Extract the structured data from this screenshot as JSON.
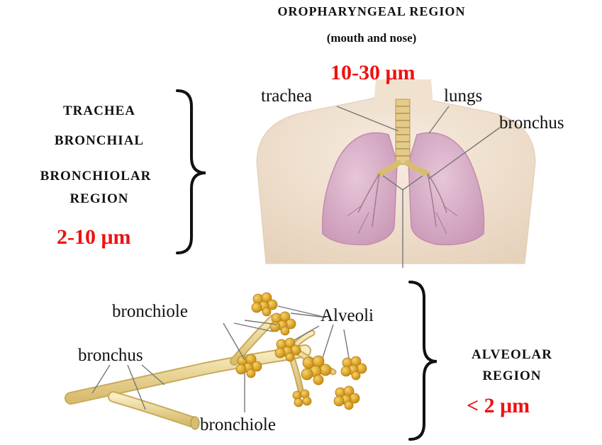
{
  "top": {
    "region": "OROPHARYNGEAL REGION",
    "sub": "(mouth and nose)",
    "size": "10-30 μm"
  },
  "left": {
    "line1": "TRACHEA",
    "line2": "BRONCHIAL",
    "line3": "BRONCHIOLAR",
    "line4": "REGION",
    "size": "2-10 μm"
  },
  "torso_labels": {
    "trachea": "trachea",
    "lungs": "lungs",
    "bronchus": "bronchus"
  },
  "bottom_labels": {
    "bronchiole_top": "bronchiole",
    "alveoli": "Alveoli",
    "bronchus": "bronchus",
    "bronchiole_bottom": "bronchiole"
  },
  "right": {
    "line1": "ALVEOLAR",
    "line2": "REGION",
    "size": "< 2 μm"
  },
  "colors": {
    "accent_red": "#ee1111",
    "skin": "#f3e6d3",
    "lung": "#d8aec9",
    "trachea": "#e2c98a",
    "alveoli": "#e0a51a",
    "airway": "#f0dc9c"
  }
}
